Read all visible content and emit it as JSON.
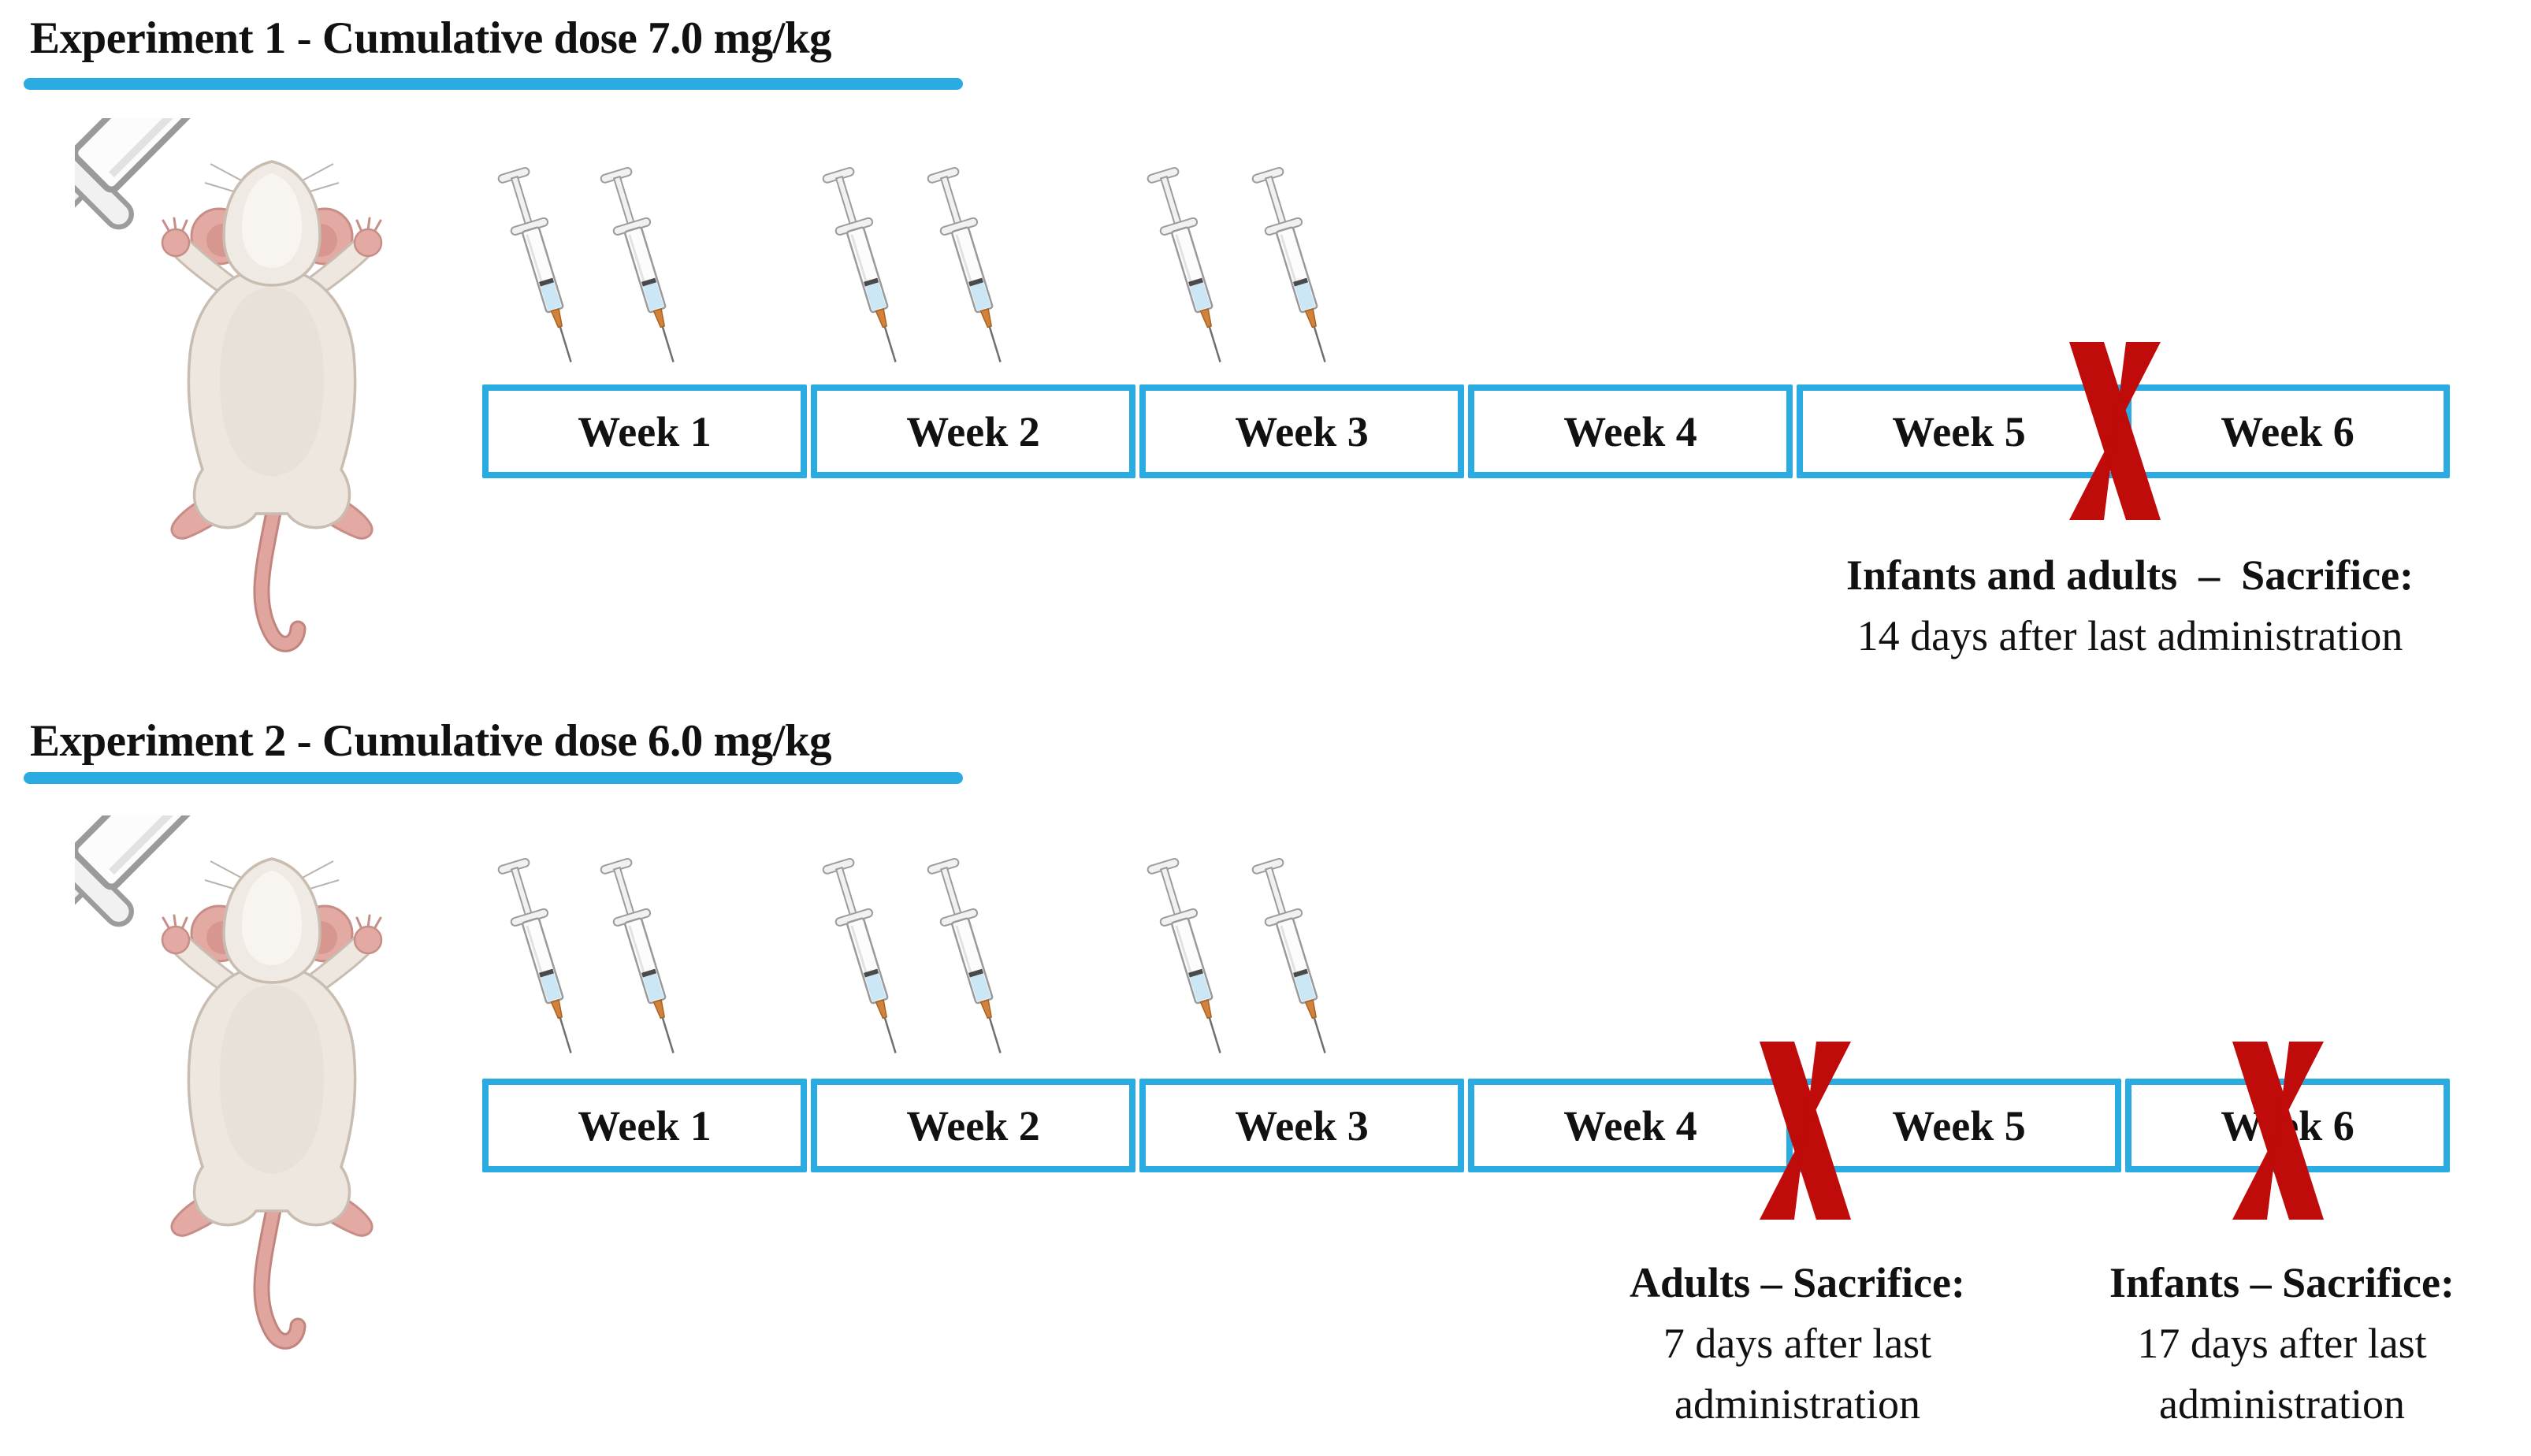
{
  "figure": {
    "background": "#ffffff",
    "accent_cyan": "#2AACE3",
    "cross_red": "#C00B0B",
    "text_color": "#111111",
    "icons": {
      "mouse": "mouse-injection-icon",
      "syringe": "syringe-icon",
      "cross": "red-cross-icon"
    }
  },
  "experiment1": {
    "title": "Experiment 1 - Cumulative dose 7.0 mg/kg",
    "weeks": [
      "Week 1",
      "Week 2",
      "Week 3",
      "Week 4",
      "Week 5",
      "Week 6"
    ],
    "note": {
      "heading": "Infants and adults  –  Sacrifice:",
      "line1": "14 days after last administration"
    }
  },
  "experiment2": {
    "title": "Experiment 2 - Cumulative dose 6.0 mg/kg",
    "weeks": [
      "Week 1",
      "Week 2",
      "Week 3",
      "Week 4",
      "Week 5",
      "Week 6"
    ],
    "note_adults": {
      "heading": "Adults – Sacrifice:",
      "line1": "7 days after last",
      "line2": "administration"
    },
    "note_infants": {
      "heading": "Infants – Sacrifice:",
      "line1": "17 days after last",
      "line2": "administration"
    }
  }
}
